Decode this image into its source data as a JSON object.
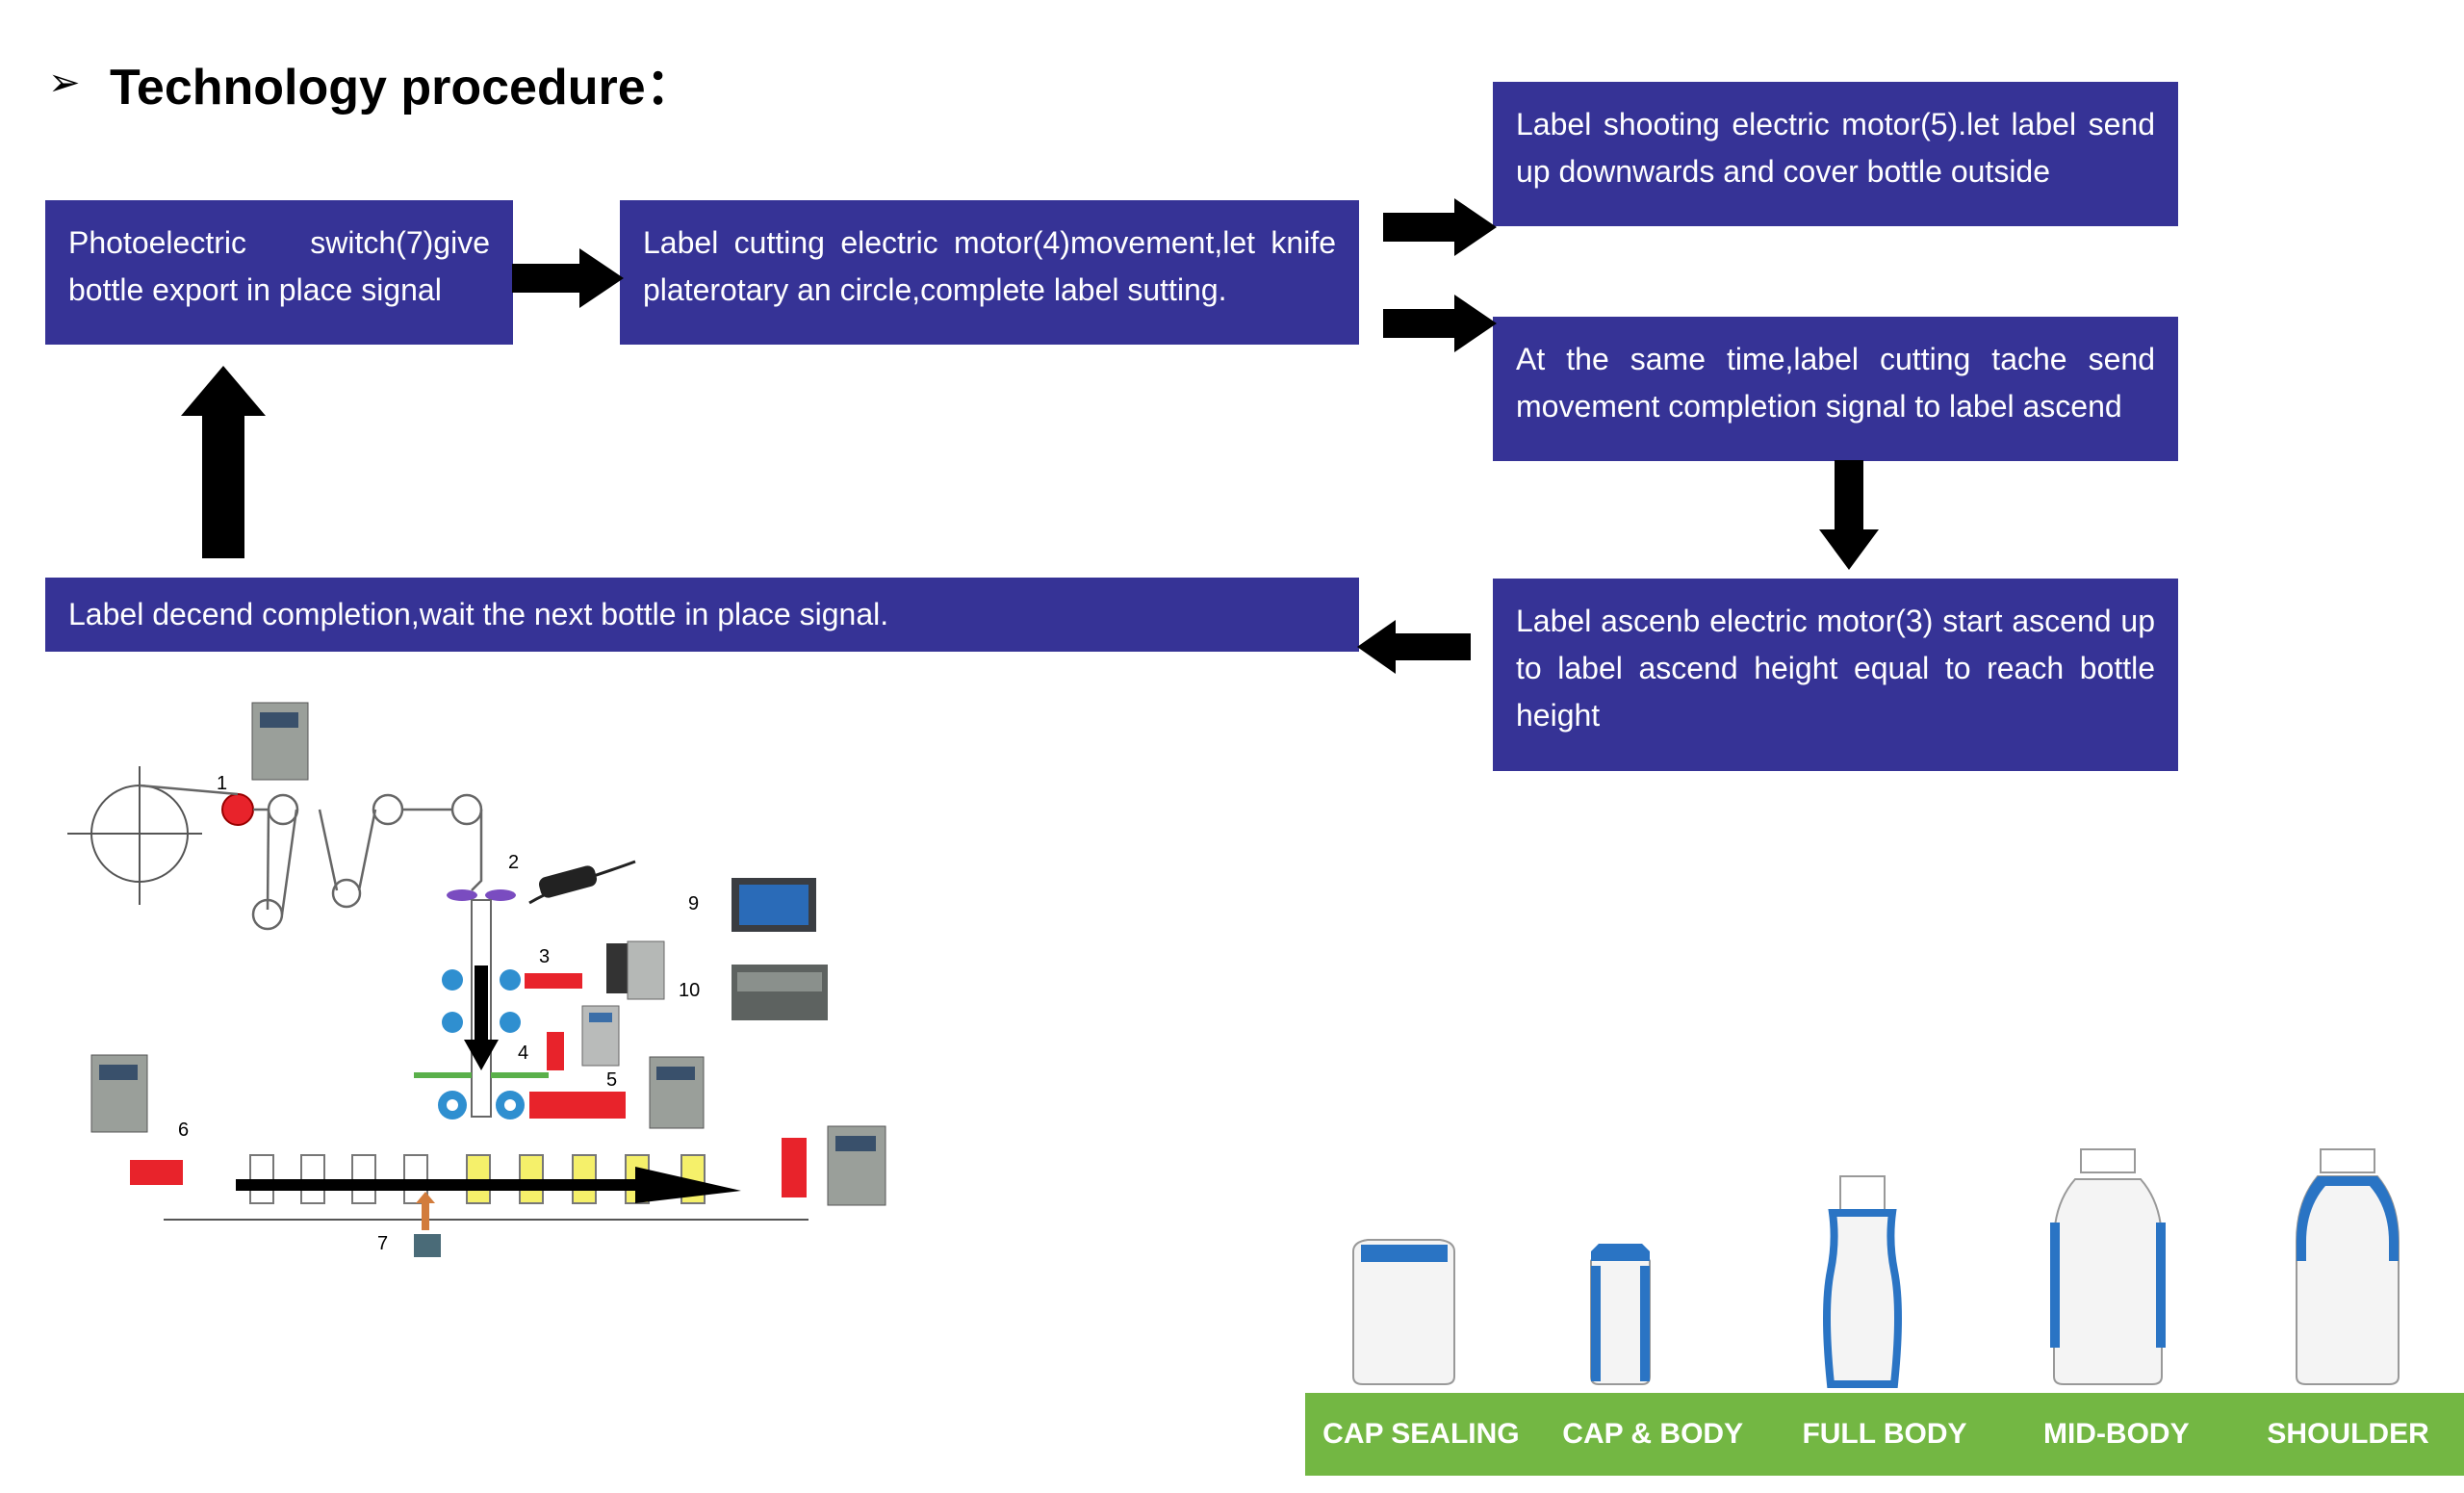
{
  "title": {
    "bullet": "➢",
    "text": "Technology procedure："
  },
  "steps": {
    "photoelectric": "Photoelectric switch(7)give bottle export in place signal",
    "cutting": "Label cutting electric motor(4)movement,let knife platerotary an circle,complete label sutting.",
    "shooting": "Label shooting electric motor(5).let label send up downwards and cover bottle outside",
    "sametime": "At the same time,label cutting tache send movement completion signal to label ascend",
    "ascend": "Label ascenb electric motor(3) start ascend up to label ascend height equal to reach bottle height",
    "descend": "Label decend completion,wait the next bottle in place signal."
  },
  "diagram_labels": {
    "n1": "1",
    "n2": "2",
    "n3": "3",
    "n4": "4",
    "n5": "5",
    "n6": "6",
    "n7": "7",
    "n9": "9",
    "n10": "10"
  },
  "bottle_types": [
    "CAP SEALING",
    "CAP & BODY",
    "FULL BODY",
    "MID-BODY",
    "SHOULDER"
  ],
  "colors": {
    "box": "#363396",
    "label_bar": "#73b743",
    "sleeve": "#2a74c4",
    "accent_red": "#e8232b",
    "fill_yellow": "#f5f06a"
  }
}
